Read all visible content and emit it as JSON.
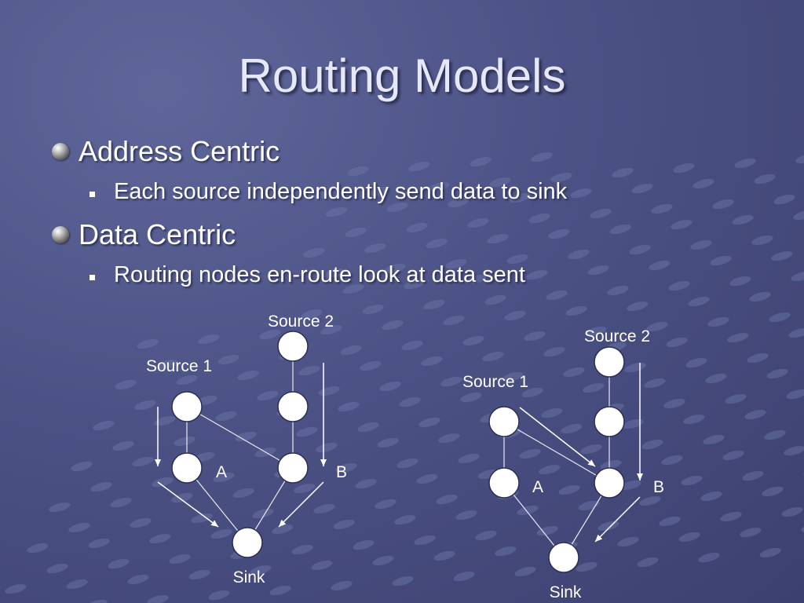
{
  "slide": {
    "title": "Routing Models",
    "bullets": [
      {
        "text": "Address Centric",
        "sub": [
          "Each source independently send data to sink"
        ]
      },
      {
        "text": "Data Centric",
        "sub": [
          "Routing nodes en-route look at data sent"
        ]
      }
    ]
  },
  "diagrams": [
    {
      "source2_label": "Source 2",
      "source1_label": "Source 1",
      "node_a_label": "A",
      "node_b_label": "B",
      "sink_label": "Sink"
    },
    {
      "source2_label": "Source 2",
      "source1_label": "Source 1",
      "node_a_label": "A",
      "node_b_label": "B",
      "sink_label": "Sink"
    }
  ],
  "colors": {
    "background": "#4c5285",
    "title_text": "#e6e8f7",
    "text": "#ffffff",
    "node_fill": "#ffffff"
  }
}
